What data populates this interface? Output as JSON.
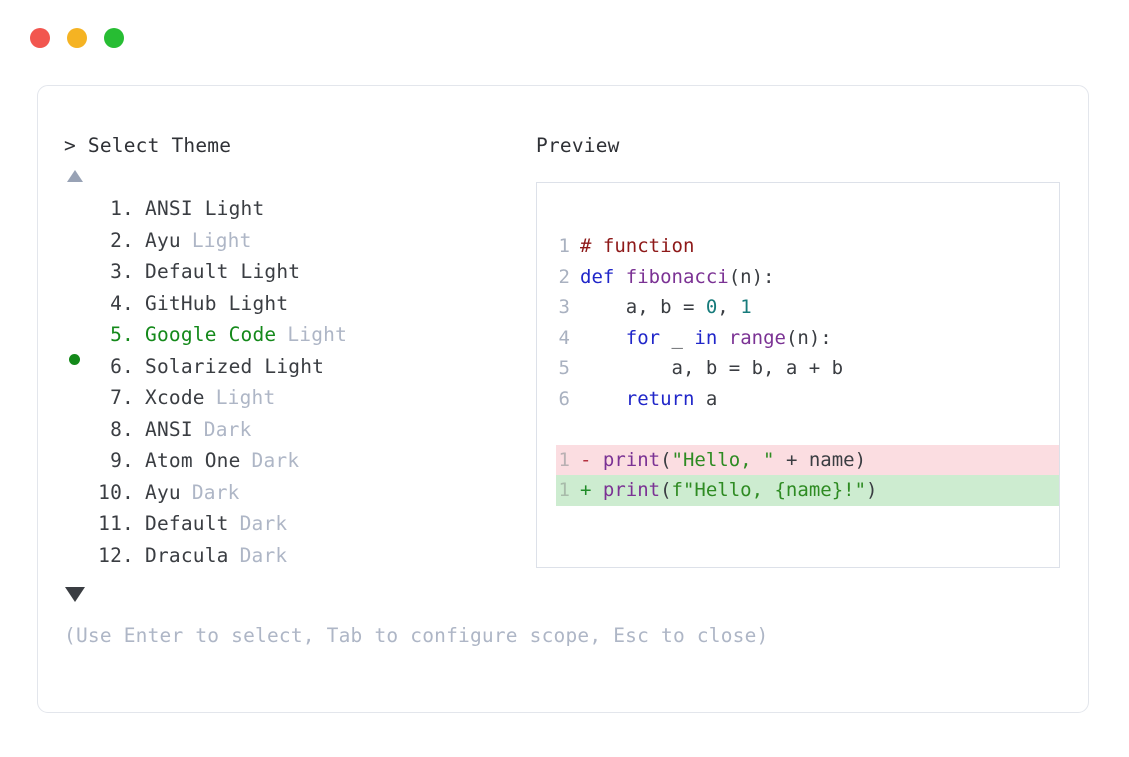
{
  "titlebar": {
    "buttons": [
      {
        "name": "close-button",
        "color": "#f2564f"
      },
      {
        "name": "minimize-button",
        "color": "#f5b323"
      },
      {
        "name": "maximize-button",
        "color": "#27bd33"
      }
    ]
  },
  "left": {
    "prompt": "> Select Theme",
    "scroll_up_icon": "triangle-up-icon",
    "scroll_down_icon": "triangle-down-icon",
    "selected_index": 5,
    "selection_marker": "bullet-icon",
    "items": [
      {
        "index": "1.",
        "name": "ANSI Light",
        "variant": "",
        "selected": false
      },
      {
        "index": "2.",
        "name": "Ayu",
        "variant": "Light",
        "selected": false
      },
      {
        "index": "3.",
        "name": "Default Light",
        "variant": "",
        "selected": false
      },
      {
        "index": "4.",
        "name": "GitHub Light",
        "variant": "",
        "selected": false
      },
      {
        "index": "5.",
        "name": "Google Code",
        "variant": "Light",
        "selected": true
      },
      {
        "index": "6.",
        "name": "Solarized Light",
        "variant": "",
        "selected": false
      },
      {
        "index": "7.",
        "name": "Xcode",
        "variant": "Light",
        "selected": false
      },
      {
        "index": "8.",
        "name": "ANSI",
        "variant": "Dark",
        "selected": false
      },
      {
        "index": "9.",
        "name": "Atom One",
        "variant": "Dark",
        "selected": false
      },
      {
        "index": "10.",
        "name": "Ayu",
        "variant": "Dark",
        "selected": false
      },
      {
        "index": "11.",
        "name": "Default",
        "variant": "Dark",
        "selected": false
      },
      {
        "index": "12.",
        "name": "Dracula",
        "variant": "Dark",
        "selected": false
      }
    ],
    "hint": "(Use Enter to select, Tab to configure scope, Esc to close)"
  },
  "right": {
    "preview_label": "Preview",
    "code": {
      "lines": [
        {
          "num": "1",
          "tokens": [
            {
              "t": "# function",
              "c": "comment"
            }
          ]
        },
        {
          "num": "2",
          "tokens": [
            {
              "t": "def ",
              "c": "kw"
            },
            {
              "t": "fibonacci",
              "c": "fn"
            },
            {
              "t": "(n):",
              "c": "plain"
            }
          ]
        },
        {
          "num": "3",
          "tokens": [
            {
              "t": "    a, b = ",
              "c": "plain"
            },
            {
              "t": "0",
              "c": "num"
            },
            {
              "t": ", ",
              "c": "plain"
            },
            {
              "t": "1",
              "c": "num"
            }
          ]
        },
        {
          "num": "4",
          "tokens": [
            {
              "t": "    ",
              "c": "plain"
            },
            {
              "t": "for",
              "c": "kw"
            },
            {
              "t": " _ ",
              "c": "plain"
            },
            {
              "t": "in",
              "c": "kw"
            },
            {
              "t": " ",
              "c": "plain"
            },
            {
              "t": "range",
              "c": "fn"
            },
            {
              "t": "(n):",
              "c": "plain"
            }
          ]
        },
        {
          "num": "5",
          "tokens": [
            {
              "t": "        a, b = b, a + b",
              "c": "plain"
            }
          ]
        },
        {
          "num": "6",
          "tokens": [
            {
              "t": "    ",
              "c": "plain"
            },
            {
              "t": "return",
              "c": "kw"
            },
            {
              "t": " a",
              "c": "plain"
            }
          ]
        }
      ],
      "diff": [
        {
          "num": "1",
          "kind": "del",
          "marker": "-",
          "tokens": [
            {
              "t": "print",
              "c": "fn"
            },
            {
              "t": "(",
              "c": "plain"
            },
            {
              "t": "\"Hello, \"",
              "c": "str"
            },
            {
              "t": " + name)",
              "c": "plain"
            }
          ]
        },
        {
          "num": "1",
          "kind": "add",
          "marker": "+",
          "tokens": [
            {
              "t": "print",
              "c": "fn"
            },
            {
              "t": "(",
              "c": "plain"
            },
            {
              "t": "f\"Hello, {name}!\"",
              "c": "str"
            },
            {
              "t": ")",
              "c": "plain"
            }
          ]
        }
      ]
    }
  },
  "colors": {
    "accent_green": "#14891a",
    "muted": "#aeb6c6",
    "text": "#3a3d42",
    "border": "#e3e6ec",
    "diff_del_bg": "#fbdde1",
    "diff_add_bg": "#cdecd0"
  }
}
